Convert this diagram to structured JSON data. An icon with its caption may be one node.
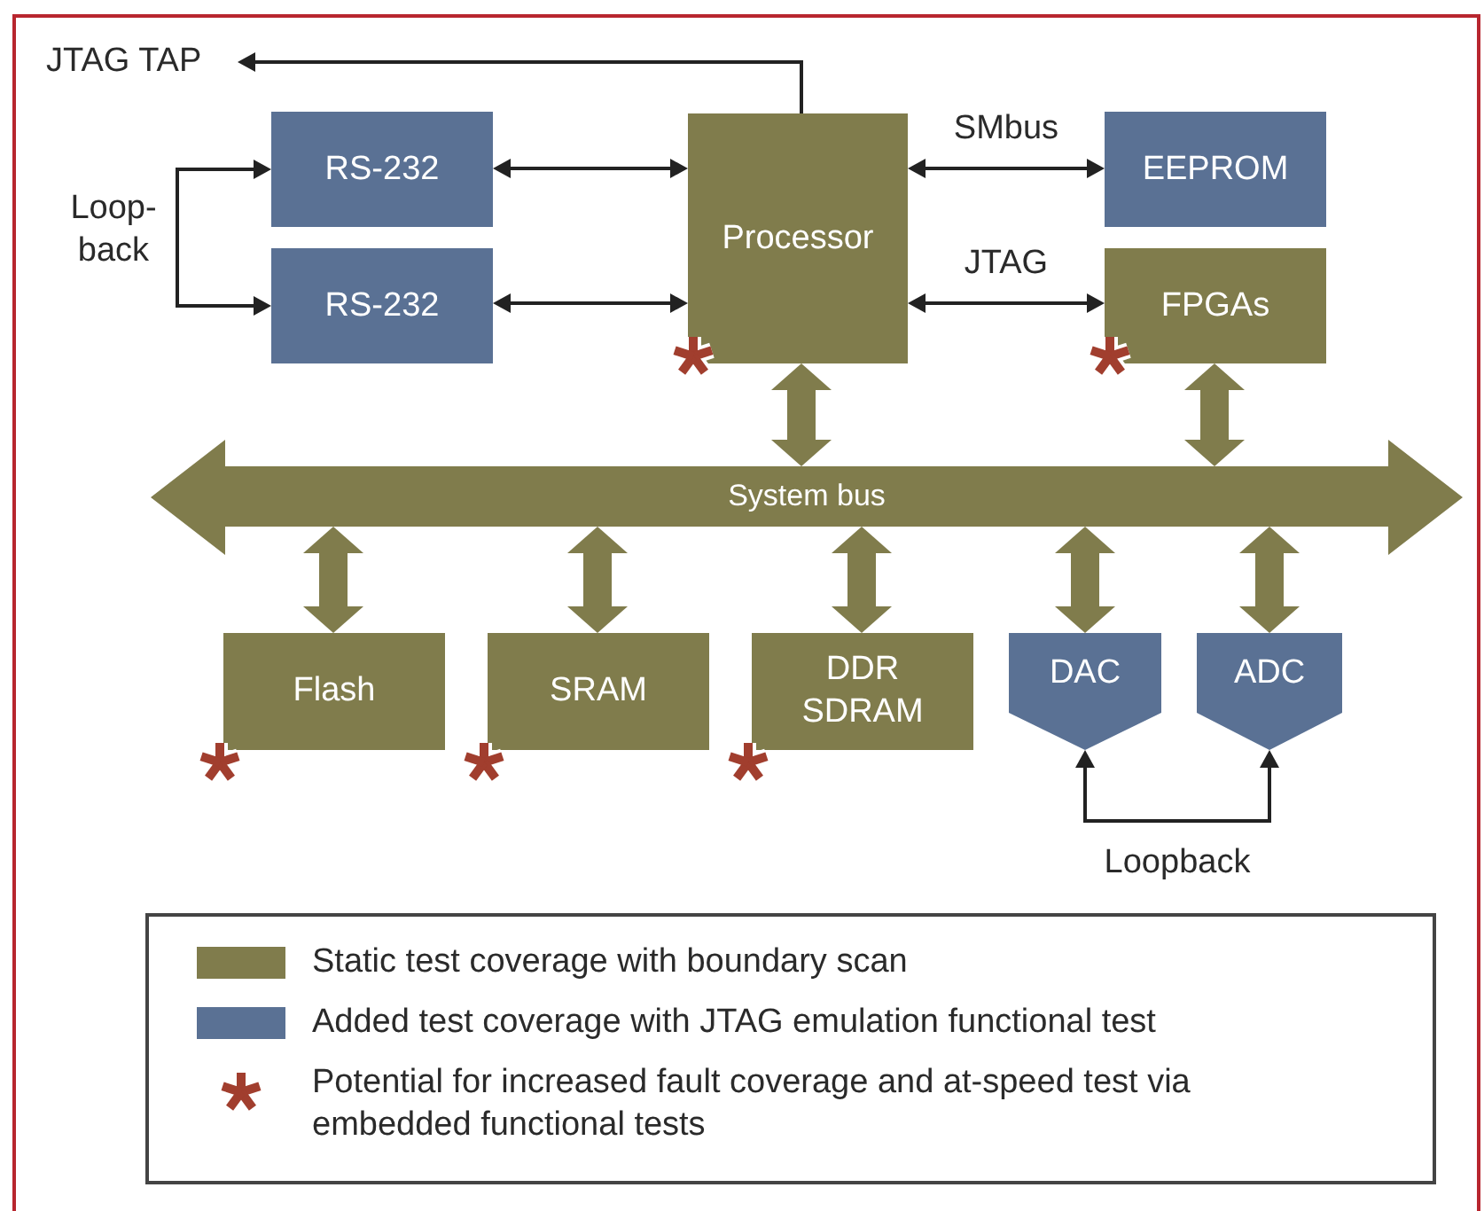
{
  "diagram": {
    "nodes": [
      {
        "text": [
          "JTAG TAP"
        ]
      },
      {
        "text": [
          "RS-232"
        ]
      },
      {
        "text": [
          "RS-232"
        ]
      },
      {
        "text": [
          "Processor"
        ]
      },
      {
        "text": [
          "EEPROM"
        ]
      },
      {
        "text": [
          "FPGAs"
        ]
      },
      {
        "text": [
          "System bus"
        ]
      },
      {
        "text": [
          "Flash"
        ]
      },
      {
        "text": [
          "SRAM"
        ]
      },
      {
        "text": [
          "DDR SDRAM"
        ]
      },
      {
        "text": [
          "DAC"
        ]
      },
      {
        "text": [
          "ADC"
        ]
      }
    ],
    "edges": [
      {
        "from": 3,
        "to": 0,
        "arrow": "to"
      },
      {
        "from": 1,
        "to": 2,
        "arrow": "both",
        "label": "Loop-back"
      },
      {
        "from": 1,
        "to": 3,
        "arrow": "both"
      },
      {
        "from": 2,
        "to": 3,
        "arrow": "both"
      },
      {
        "from": 3,
        "to": 4,
        "arrow": "both",
        "label": "SMbus"
      },
      {
        "from": 3,
        "to": 5,
        "arrow": "both",
        "label": "JTAG"
      },
      {
        "from": 3,
        "to": 6,
        "arrow": "both",
        "style": "thick",
        "color": "#807c4c"
      },
      {
        "from": 5,
        "to": 6,
        "arrow": "both",
        "style": "thick",
        "color": "#807c4c"
      },
      {
        "from": 6,
        "to": 7,
        "arrow": "both",
        "style": "thick",
        "color": "#807c4c"
      },
      {
        "from": 6,
        "to": 8,
        "arrow": "both",
        "style": "thick",
        "color": "#807c4c"
      },
      {
        "from": 6,
        "to": 9,
        "arrow": "both",
        "style": "thick",
        "color": "#807c4c"
      },
      {
        "from": 6,
        "to": 10,
        "arrow": "both",
        "style": "thick",
        "color": "#807c4c"
      },
      {
        "from": 6,
        "to": 11,
        "arrow": "both",
        "style": "thick",
        "color": "#807c4c"
      },
      {
        "from": 10,
        "to": 11,
        "arrow": "both",
        "label": "Loopback"
      }
    ],
    "legend": [
      {
        "text": "Static test coverage with boundary scan",
        "color": "#807c4c"
      },
      {
        "text": "Added test coverage with JTAG emulation functional test",
        "color": "#5a7194"
      },
      {
        "text": "Potential for increased fault coverage and at-speed test via embedded functional tests"
      }
    ]
  }
}
